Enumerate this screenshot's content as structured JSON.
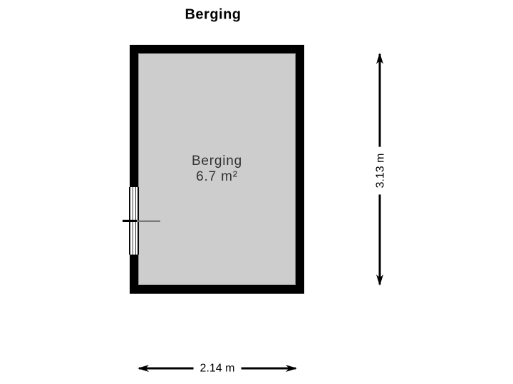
{
  "title": "Berging",
  "room": {
    "name": "Berging",
    "area": "6.7 m²"
  },
  "dimensions": {
    "height_label": "3.13 m",
    "width_label": "2.14 m"
  },
  "colors": {
    "wall": "#000000",
    "floor": "#cdcdcd",
    "floor_outline": "#8f8f8f",
    "background": "#ffffff",
    "text": "#333333"
  }
}
